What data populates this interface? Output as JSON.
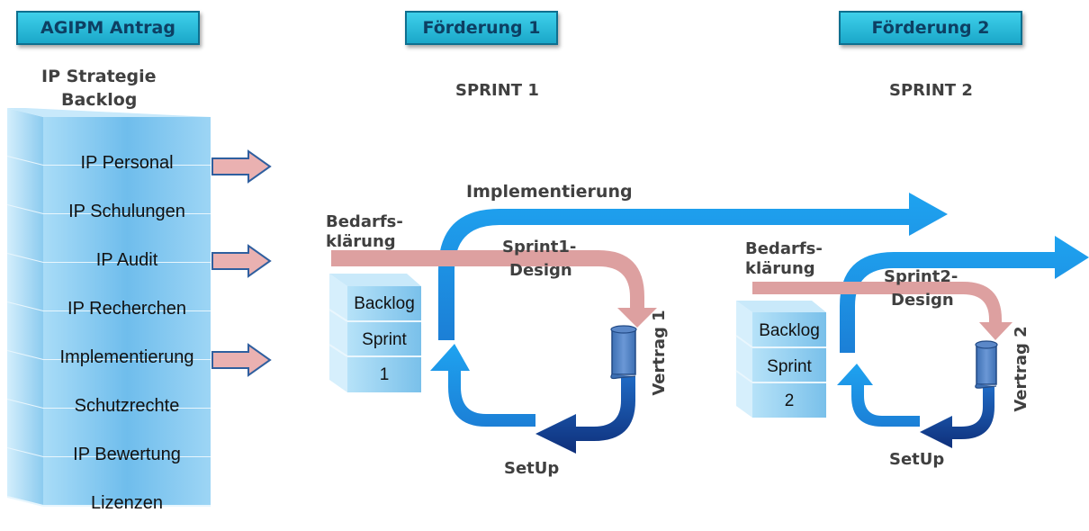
{
  "headers": {
    "antrag": "AGIPM Antrag",
    "foerderung1": "Förderung 1",
    "foerderung2": "Förderung 2"
  },
  "backlog_title_line1": "IP Strategie",
  "backlog_title_line2": "Backlog",
  "backlog_items": [
    "IP Personal",
    "IP Schulungen",
    "IP Audit",
    "IP Recherchen",
    "Implementierung",
    "Schutzrechte",
    "IP Bewertung",
    "Lizenzen"
  ],
  "sprint1": {
    "title": "SPRINT 1",
    "implementierung": "Implementierung",
    "bedarf_line1": "Bedarfs-",
    "bedarf_line2": "klärung",
    "design_line1": "Sprint1-",
    "design_line2": "Design",
    "vertrag": "Vertrag 1",
    "setup": "SetUp",
    "box_line1": "Backlog",
    "box_line2": "Sprint",
    "box_line3": "1"
  },
  "sprint2": {
    "title": "SPRINT 2",
    "bedarf_line1": "Bedarfs-",
    "bedarf_line2": "klärung",
    "design_line1": "Sprint2-",
    "design_line2": "Design",
    "vertrag": "Vertrag 2",
    "setup": "SetUp",
    "box_line1": "Backlog",
    "box_line2": "Sprint",
    "box_line3": "2"
  },
  "colors": {
    "blue_arrow": "#1e9be8",
    "dark_blue": "#123f8c",
    "pink_arrow": "#e8a3a3",
    "stack_blue": "#7fc6ee"
  }
}
